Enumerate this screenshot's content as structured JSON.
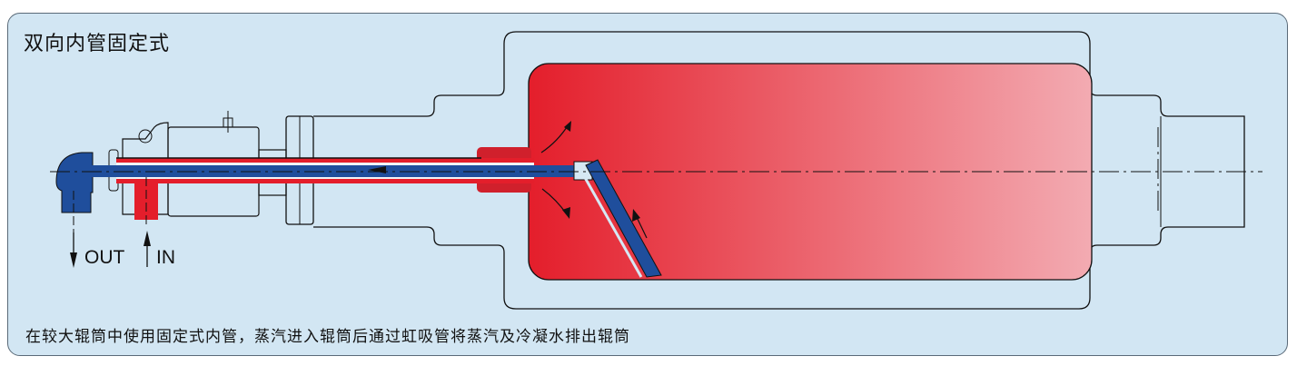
{
  "title": "双向内管固定式",
  "caption": "在较大辊筒中使用固定式内管，蒸汽进入辊筒后通过虹吸管将蒸汽及冷凝水排出辊筒",
  "labels": {
    "out": "OUT",
    "in": "IN"
  },
  "colors": {
    "background": "#d2e6f3",
    "steam": "#e41e2b",
    "condensate": "#1f4e9c",
    "body_light": "#f3abb2"
  }
}
